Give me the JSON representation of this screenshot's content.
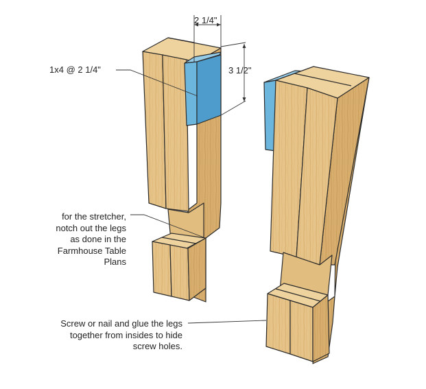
{
  "labels": {
    "dim_width": "2 1/4\"",
    "dim_height": "3 1/2\"",
    "block_label": "1x4 @ 2 1/4\"",
    "stretcher_note": [
      "for the stretcher,",
      "notch out the legs",
      "as done in the",
      "Farmhouse Table",
      "Plans"
    ],
    "glue_note": [
      "Screw or nail and glue the legs",
      "together from insides to hide",
      "screw holes."
    ]
  },
  "colors": {
    "wood_front": "#e6c489",
    "wood_side": "#d6ad6c",
    "wood_top": "#efd39e",
    "wood_grain": "#c79a55",
    "block_front": "#6cb5dc",
    "block_side": "#4d9ccb",
    "block_top": "#93cbe8",
    "outline": "#2b2b2b"
  }
}
